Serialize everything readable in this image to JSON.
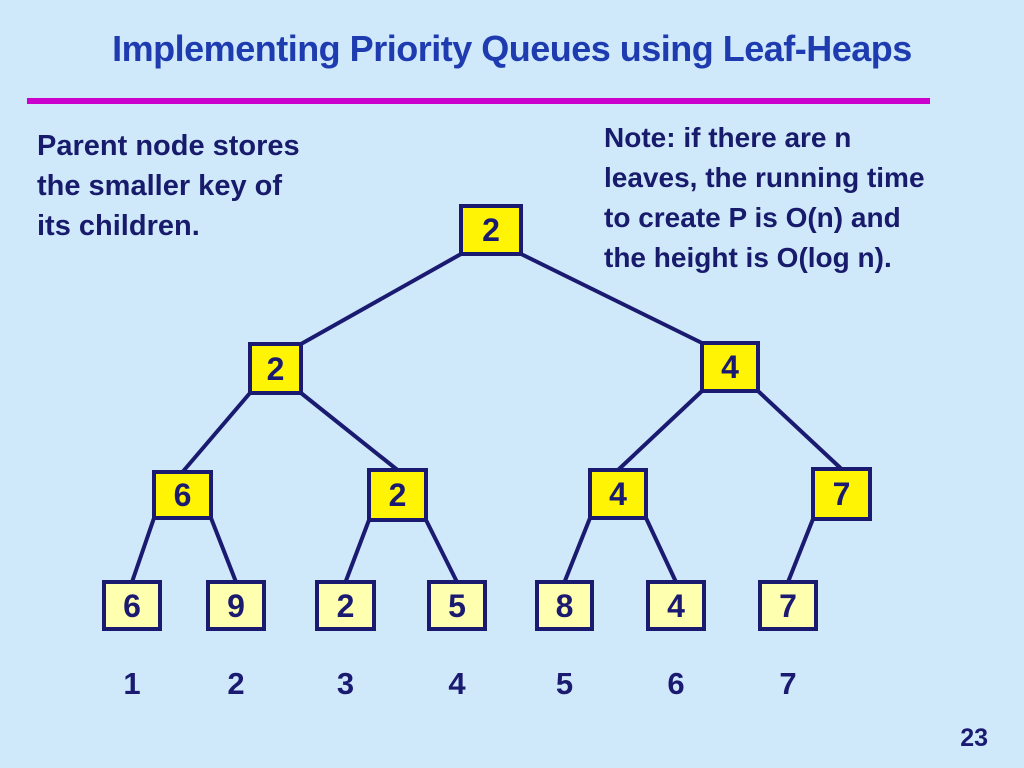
{
  "slide": {
    "title": "Implementing Priority Queues using Leaf-Heaps",
    "page_number": "23"
  },
  "notes": {
    "left": [
      "Parent node stores",
      "the smaller key of",
      "its children."
    ],
    "right": [
      "Note: if there are n",
      "leaves, the running time",
      "to create P is O(n) and",
      "the height is O(log n)."
    ]
  },
  "colors": {
    "background": "#cfe9fb",
    "title_blue": "#1e3cb0",
    "body_navy": "#181b6b",
    "line_navy": "#1a1a70",
    "divider_magenta": "#cc00cc",
    "internal_node_fill": "#fff404",
    "leaf_node_fill": "#ffffb0"
  },
  "chart_data": {
    "type": "table",
    "title": "Leaf-heap: parent stores smaller key of its children",
    "levels": [
      [
        "2"
      ],
      [
        "2",
        "4"
      ],
      [
        "6",
        "2",
        "4",
        "7"
      ],
      [
        "6",
        "9",
        "2",
        "5",
        "8",
        "4",
        "7"
      ]
    ]
  },
  "tree": {
    "nodes": [
      {
        "id": "root",
        "value": "2",
        "kind": "internal"
      },
      {
        "id": "n2l",
        "value": "2",
        "kind": "internal"
      },
      {
        "id": "n2r",
        "value": "4",
        "kind": "internal"
      },
      {
        "id": "n3a",
        "value": "6",
        "kind": "internal"
      },
      {
        "id": "n3b",
        "value": "2",
        "kind": "internal"
      },
      {
        "id": "n3c",
        "value": "4",
        "kind": "internal"
      },
      {
        "id": "n3d",
        "value": "7",
        "kind": "internal"
      },
      {
        "id": "l1",
        "value": "6",
        "kind": "leaf"
      },
      {
        "id": "l2",
        "value": "9",
        "kind": "leaf"
      },
      {
        "id": "l3",
        "value": "2",
        "kind": "leaf"
      },
      {
        "id": "l4",
        "value": "5",
        "kind": "leaf"
      },
      {
        "id": "l5",
        "value": "8",
        "kind": "leaf"
      },
      {
        "id": "l6",
        "value": "4",
        "kind": "leaf"
      },
      {
        "id": "l7",
        "value": "7",
        "kind": "leaf"
      }
    ],
    "edges": [
      {
        "from": "root",
        "to": "n2l"
      },
      {
        "from": "root",
        "to": "n2r"
      },
      {
        "from": "n2l",
        "to": "n3a"
      },
      {
        "from": "n2l",
        "to": "n3b"
      },
      {
        "from": "n2r",
        "to": "n3c"
      },
      {
        "from": "n2r",
        "to": "n3d"
      },
      {
        "from": "n3a",
        "to": "l1"
      },
      {
        "from": "n3a",
        "to": "l2"
      },
      {
        "from": "n3b",
        "to": "l3"
      },
      {
        "from": "n3b",
        "to": "l4"
      },
      {
        "from": "n3c",
        "to": "l5"
      },
      {
        "from": "n3c",
        "to": "l6"
      },
      {
        "from": "n3d",
        "to": "l7"
      }
    ],
    "leaf_indices": [
      "1",
      "2",
      "3",
      "4",
      "5",
      "6",
      "7"
    ]
  }
}
